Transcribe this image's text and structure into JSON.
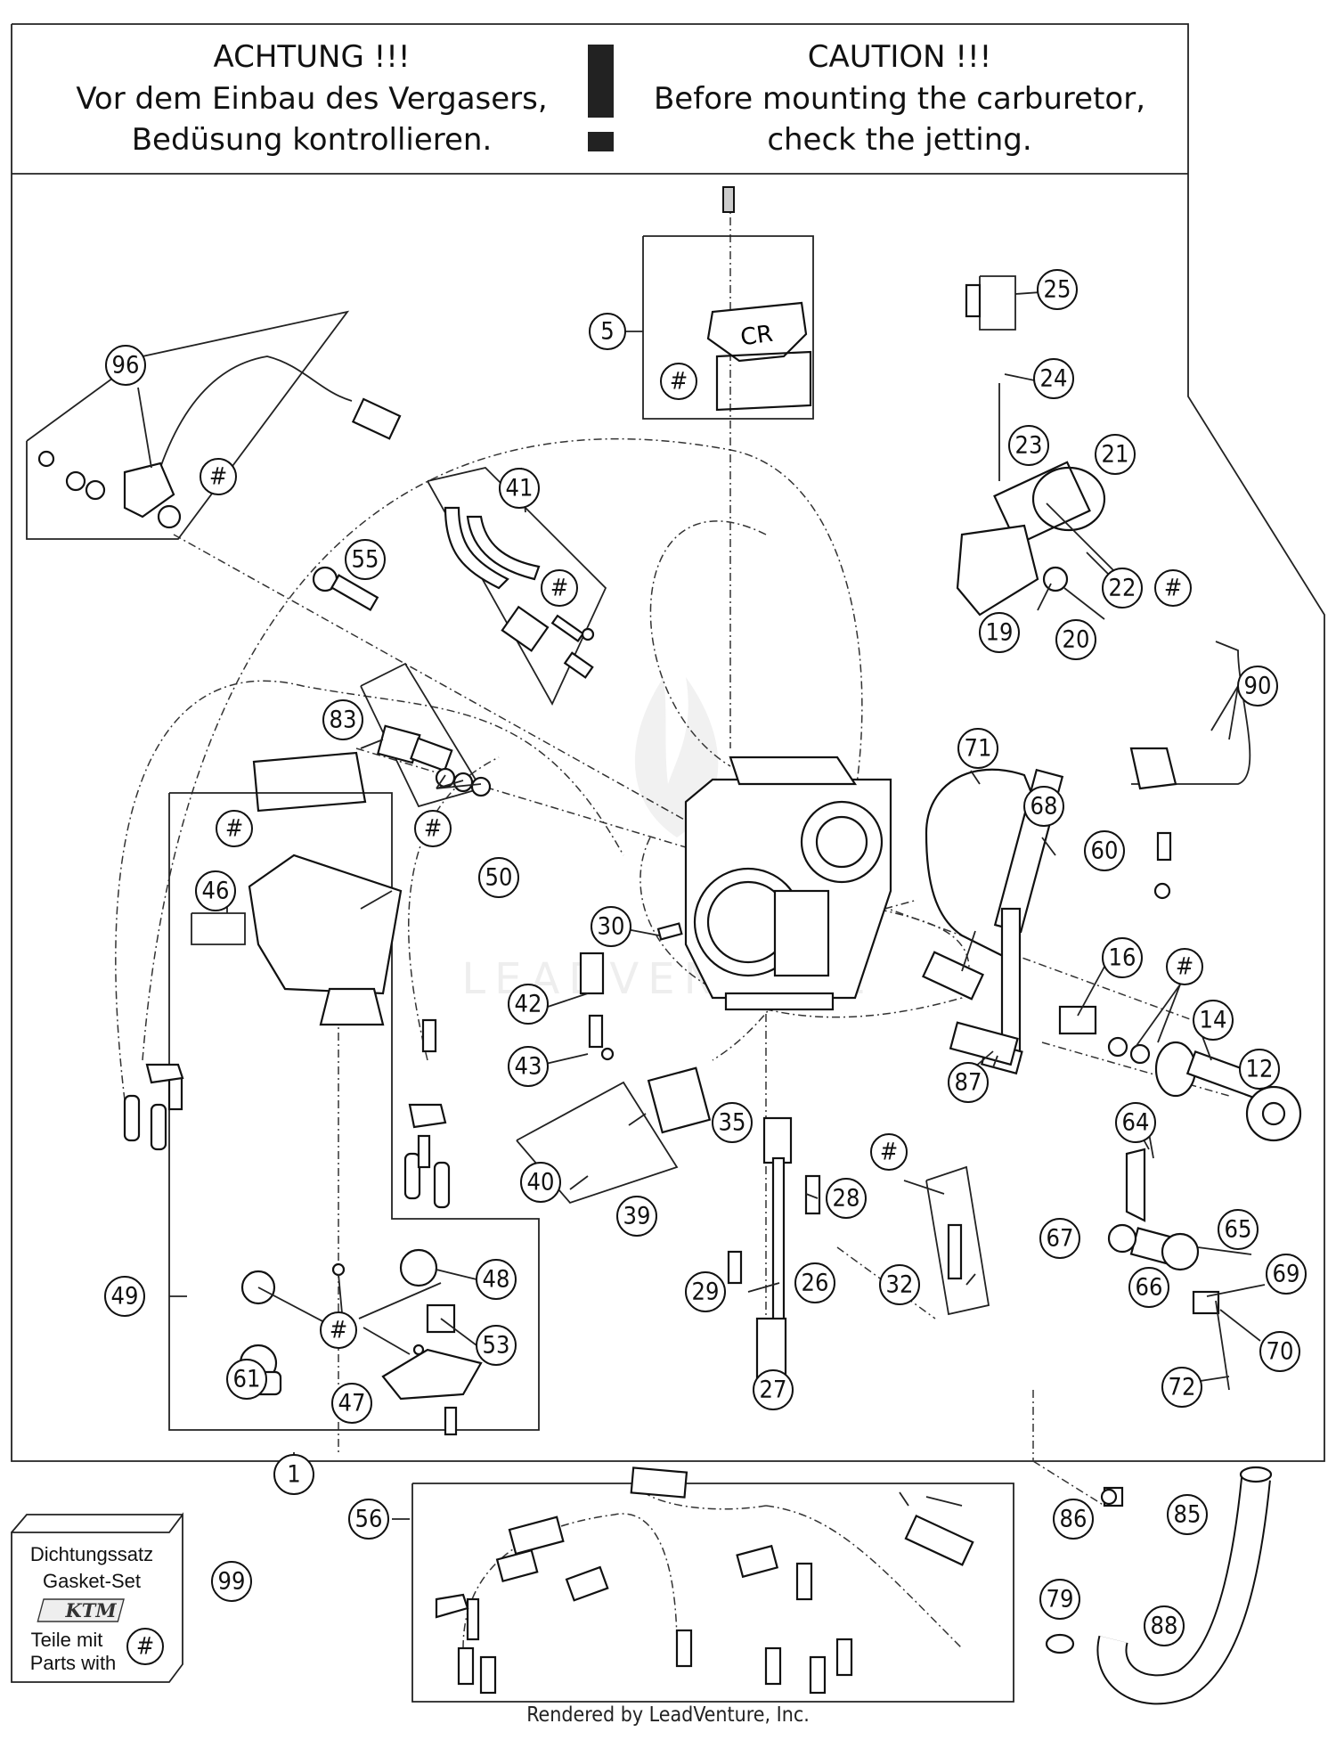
{
  "header": {
    "de_title": "ACHTUNG !!!",
    "de_line1": "Vor dem Einbau des Vergasers,",
    "de_line2": "Bedüsung kontrollieren.",
    "exclamation": "!",
    "en_title": "CAUTION !!!",
    "en_line1": "Before mounting the carburetor,",
    "en_line2": "check the jetting."
  },
  "cover_label": "CR",
  "watermark": "LEADVENTURE",
  "gasket_box": {
    "line1": "Dichtungssatz",
    "line2": "Gasket-Set",
    "logo_text": "KTM",
    "line3": "Teile mit",
    "line4": "Parts with",
    "symbol": "#"
  },
  "footer": "Rendered by LeadVenture, Inc.",
  "callouts": {
    "c1": "1",
    "c5": "5",
    "c12": "12",
    "c14": "14",
    "c16": "16",
    "c19": "19",
    "c20": "20",
    "c21": "21",
    "c22": "22",
    "c23": "23",
    "c24": "24",
    "c25": "25",
    "c26": "26",
    "c27": "27",
    "c28": "28",
    "c29": "29",
    "c30": "30",
    "c32": "32",
    "c35": "35",
    "c39": "39",
    "c40": "40",
    "c41": "41",
    "c42": "42",
    "c43": "43",
    "c46": "46",
    "c47": "47",
    "c48": "48",
    "c49": "49",
    "c50": "50",
    "c53": "53",
    "c55": "55",
    "c56": "56",
    "c60": "60",
    "c61": "61",
    "c64": "64",
    "c65": "65",
    "c66": "66",
    "c67": "67",
    "c68": "68",
    "c69": "69",
    "c70": "70",
    "c71": "71",
    "c72": "72",
    "c79": "79",
    "c83": "83",
    "c85": "85",
    "c86": "86",
    "c87": "87",
    "c88": "88",
    "c90": "90",
    "c96": "96",
    "c99": "99",
    "h_top": "#",
    "h_96": "#",
    "h_41": "#",
    "h_22": "#",
    "h_83": "#",
    "h_float": "#",
    "h_16": "#",
    "h_32": "#",
    "h_bowl": "#"
  }
}
